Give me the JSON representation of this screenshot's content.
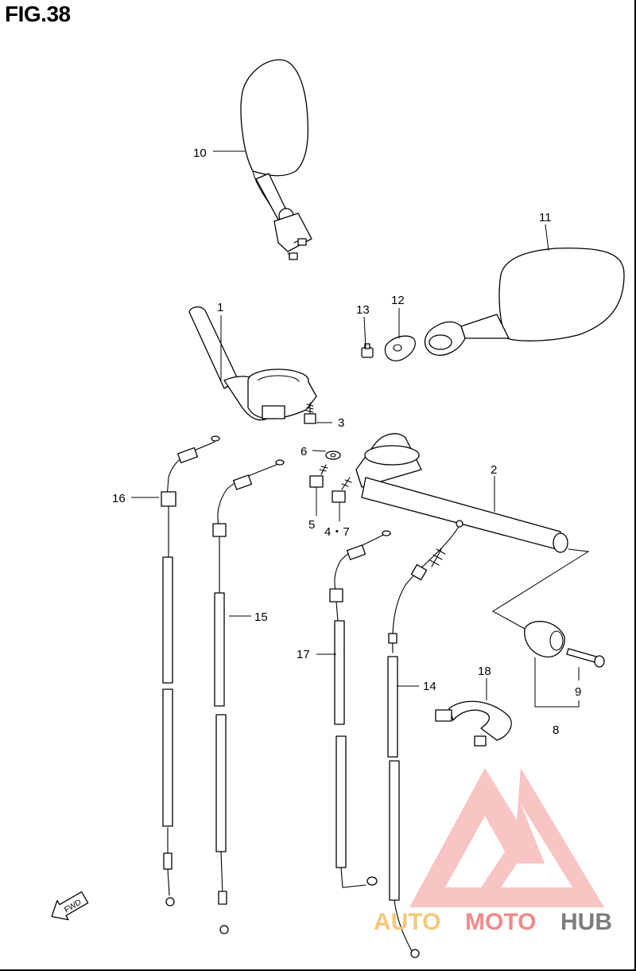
{
  "figure": {
    "title": "FIG.38"
  },
  "callouts": {
    "p1": "1",
    "p2": "2",
    "p3": "3",
    "p5": "5",
    "p47": "4・7",
    "p6": "6",
    "p8": "8",
    "p9": "9",
    "p10": "10",
    "p11": "11",
    "p12": "12",
    "p13": "13",
    "p14": "14",
    "p15": "15",
    "p16": "16",
    "p17": "17",
    "p18": "18"
  },
  "direction_marker": {
    "label": "FWD"
  },
  "watermark": {
    "text_part1": "AUTO",
    "text_part2": "MOTO",
    "text_part3": "HUB",
    "colors": {
      "auto": "#f5c77a",
      "moto": "#f08a8a",
      "hub": "#7d7d7d",
      "logo": "#f07f7f"
    }
  }
}
